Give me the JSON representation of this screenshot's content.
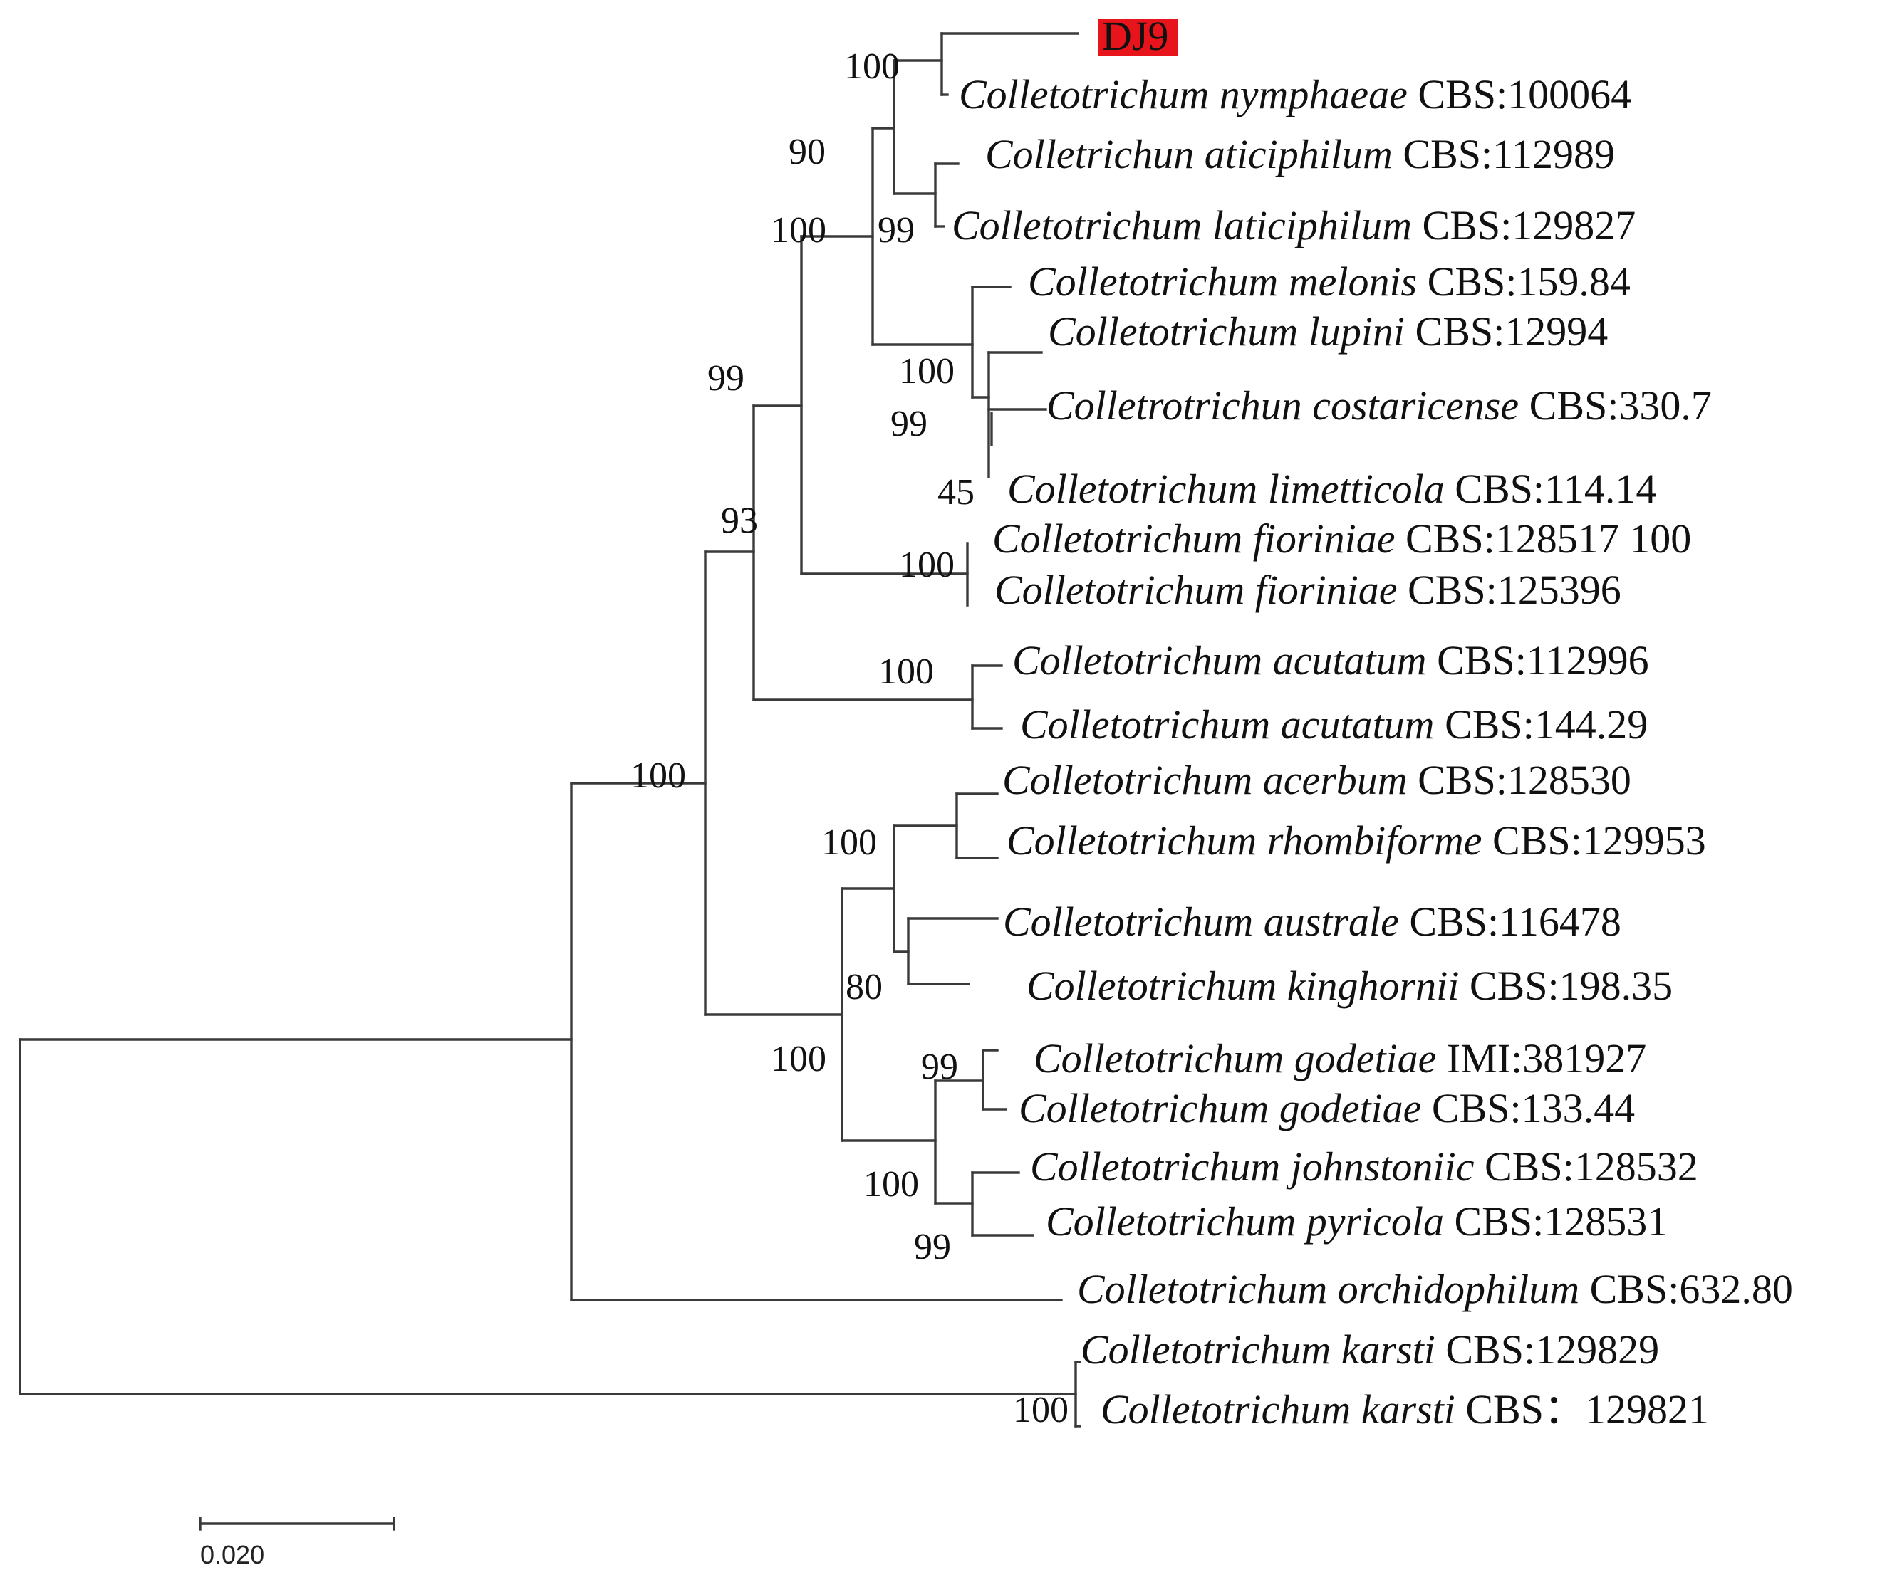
{
  "tree": {
    "taxa": [
      {
        "id": "dj9",
        "genus": "",
        "species": "",
        "strain": "DJ9",
        "highlight": true
      },
      {
        "id": "nymphaeae",
        "genus": "Colletotrichum",
        "species": "nymphaeae",
        "strain": "CBS:100064"
      },
      {
        "id": "aticiphilum",
        "genus": "Colletrichun",
        "species": "aticiphilum",
        "strain": "CBS:112989"
      },
      {
        "id": "laticiphilum",
        "genus": "Colletotrichum",
        "species": "laticiphilum",
        "strain": "CBS:129827"
      },
      {
        "id": "melonis",
        "genus": "Colletotrichum",
        "species": "melonis",
        "strain": "CBS:159.84"
      },
      {
        "id": "lupini",
        "genus": "Colletotrichum",
        "species": "lupini",
        "strain": "CBS:12994"
      },
      {
        "id": "costaricense",
        "genus": "Colletrotrichun",
        "species": "costaricense",
        "strain": "CBS:330.7"
      },
      {
        "id": "limetticola",
        "genus": "Colletotrichum",
        "species": "limetticola",
        "strain": "CBS:114.14"
      },
      {
        "id": "fioriniae1",
        "genus": "Colletotrichum",
        "species": "fioriniae",
        "strain": "CBS:128517 100"
      },
      {
        "id": "fioriniae2",
        "genus": "Colletotrichum",
        "species": "fioriniae",
        "strain": "CBS:125396"
      },
      {
        "id": "acutatum1",
        "genus": "Colletotrichum",
        "species": "acutatum",
        "strain": "CBS:112996"
      },
      {
        "id": "acutatum2",
        "genus": "Colletotrichum",
        "species": "acutatum",
        "strain": "CBS:144.29"
      },
      {
        "id": "acerbum",
        "genus": "Colletotrichum",
        "species": "acerbum",
        "strain": "CBS:128530"
      },
      {
        "id": "rhombiforme",
        "genus": "Colletotrichum",
        "species": "rhombiforme",
        "strain": "CBS:129953"
      },
      {
        "id": "australe",
        "genus": "Colletotrichum",
        "species": "australe",
        "strain": "CBS:116478"
      },
      {
        "id": "kinghornii",
        "genus": "Colletotrichum",
        "species": "kinghornii",
        "strain": "CBS:198.35"
      },
      {
        "id": "godetiae1",
        "genus": "Colletotrichum",
        "species": "godetiae",
        "strain": "IMI:381927"
      },
      {
        "id": "godetiae2",
        "genus": "Colletotrichum",
        "species": "godetiae",
        "strain": "CBS:133.44"
      },
      {
        "id": "johnstoniic",
        "genus": "Colletotrichum",
        "species": "johnstoniic",
        "strain": "CBS:128532"
      },
      {
        "id": "pyricola",
        "genus": "Colletotrichum",
        "species": "pyricola",
        "strain": "CBS:128531"
      },
      {
        "id": "orchidophilum",
        "genus": "Colletotrichum",
        "species": "orchidophilum",
        "strain": "CBS:632.80"
      },
      {
        "id": "karsti1",
        "genus": "Colletotrichum",
        "species": "karsti",
        "strain": "CBS:129829"
      },
      {
        "id": "karsti2",
        "genus": "Colletotrichum",
        "species": "karsti",
        "strain": "CBS：129821"
      }
    ],
    "bootstrap": [
      "100",
      "90",
      "100",
      "99",
      "100",
      "99",
      "45",
      "99",
      "93",
      "100",
      "100",
      "100",
      "100",
      "80",
      "100",
      "99",
      "100",
      "99",
      "100"
    ],
    "scale_bar_label": "0.020",
    "highlight_color": "#e8141b",
    "line_color": "#3a3a3a"
  }
}
